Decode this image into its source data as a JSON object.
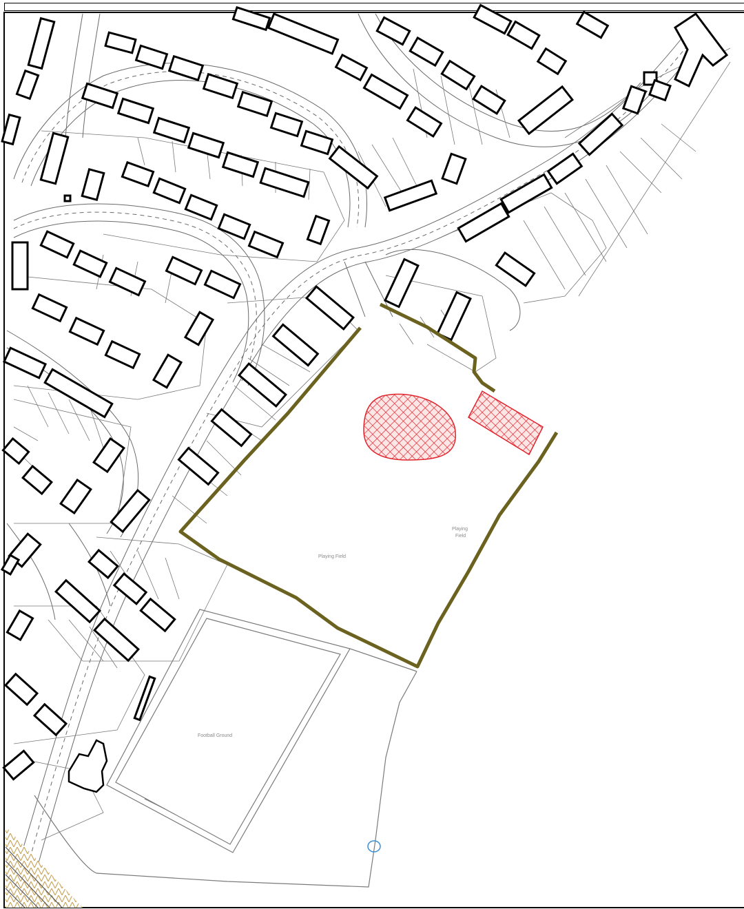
{
  "map": {
    "labels": {
      "playing_field_main": "Playing Field",
      "playing_field_east_1": "Playing",
      "playing_field_east_2": "Field",
      "football_ground": "Football Ground"
    },
    "colors": {
      "site_boundary": "#6b6220",
      "hatch": "#e0242c",
      "hatch_fill": "#fde6e6",
      "building": "#000000",
      "linework": "#555555",
      "label": "#8a8a8a",
      "rail_ballast": "#c9a860",
      "pond": "#3b8fd6"
    },
    "icons": [
      "north-frame",
      "hatched-area",
      "pond-marker"
    ]
  }
}
